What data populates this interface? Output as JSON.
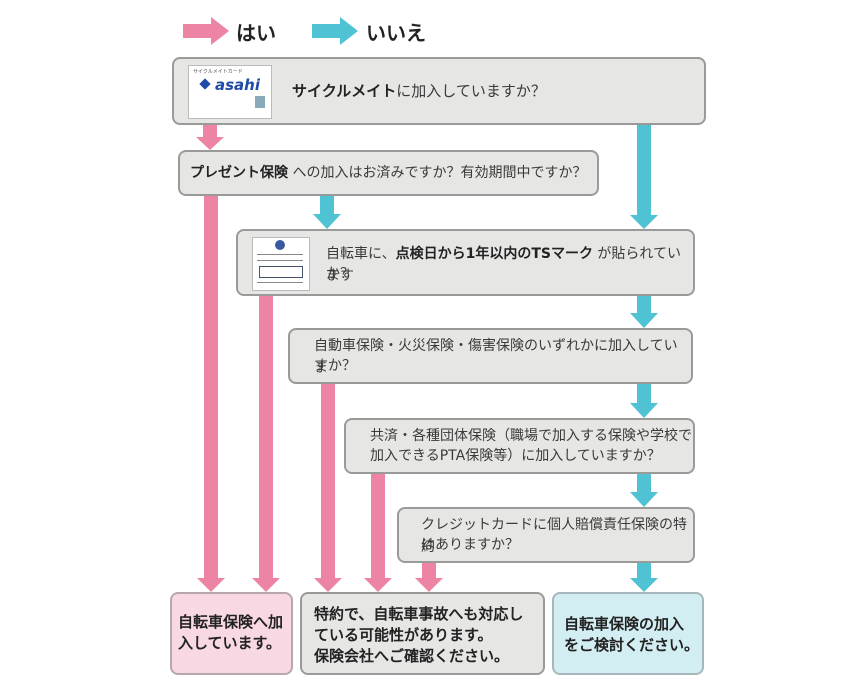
{
  "legend": {
    "yes": "はい",
    "no": "いいえ"
  },
  "colors": {
    "yes": "#ee84a4",
    "no": "#4fc3d3",
    "box": "#e6e6e4",
    "yes_result": "#f8d8e2",
    "no_result": "#d3eef3"
  },
  "questions": {
    "q1": {
      "bold": "サイクルメイト",
      "rest": "に加入していますか？",
      "card_title": "サイクルメイトカード",
      "card_logo": "asahi"
    },
    "q2": {
      "bold": "プレゼント保険",
      "rest": "への加入はお済みですか？有効期間中ですか？"
    },
    "q3": {
      "pre": "自転車に、",
      "bold": "点検日から1年以内のTSマーク",
      "post": "が貼られています",
      "line2": "か？"
    },
    "q4": {
      "line1": "自動車保険・火災保険・傷害保険のいずれかに加入していま",
      "line2": "すか？"
    },
    "q5": {
      "line1": "共済・各種団体保険（職場で加入する保険や学校で",
      "line2": "加入できるPTA保険等）に加入していますか？"
    },
    "q6": {
      "line1": "クレジットカードに個人賠償責任保険の特約",
      "line2": "はありますか？"
    }
  },
  "results": {
    "r1": {
      "line1": "自転車保険へ加",
      "line2": "入しています。"
    },
    "r2": {
      "line1": "特約で、自転車事故へも対応し",
      "line2": "ている可能性があります。",
      "line3": "保険会社へご確認ください。"
    },
    "r3": {
      "line1": "自転車保険の加入",
      "line2": "をご検討ください。"
    }
  }
}
